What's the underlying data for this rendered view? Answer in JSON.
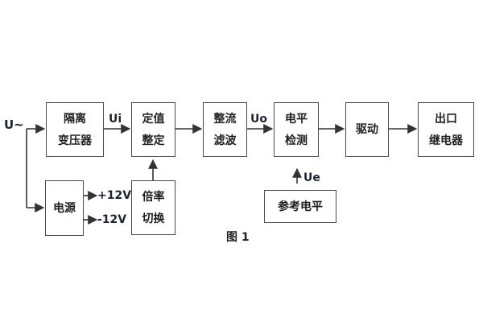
{
  "figure": {
    "caption": "图 1"
  },
  "blocks": {
    "isolation_transformer": {
      "line1": "隔离",
      "line2": "变压器"
    },
    "value_setting": {
      "line1": "定值",
      "line2": "整定"
    },
    "rectifier_filter": {
      "line1": "整流",
      "line2": "滤波"
    },
    "level_detection": {
      "line1": "电平",
      "line2": "检测"
    },
    "drive": {
      "label": "驱动"
    },
    "output_relay": {
      "line1": "出口",
      "line2": "继电器"
    },
    "power_supply": {
      "label": "电源"
    },
    "ratio_switch": {
      "line1": "倍率",
      "line2": "切换"
    },
    "reference_level": {
      "label": "参考电平"
    }
  },
  "signals": {
    "input": "U~",
    "ui": "Ui",
    "uo": "Uo",
    "ue": "Ue",
    "plus_12v": "+12V",
    "minus_12v": "-12V"
  },
  "colors": {
    "background": "#ffffff",
    "box_border": "#4a4a4a",
    "wire": "#333333",
    "block_text": "#212121",
    "signal_text": "#1c2333"
  }
}
